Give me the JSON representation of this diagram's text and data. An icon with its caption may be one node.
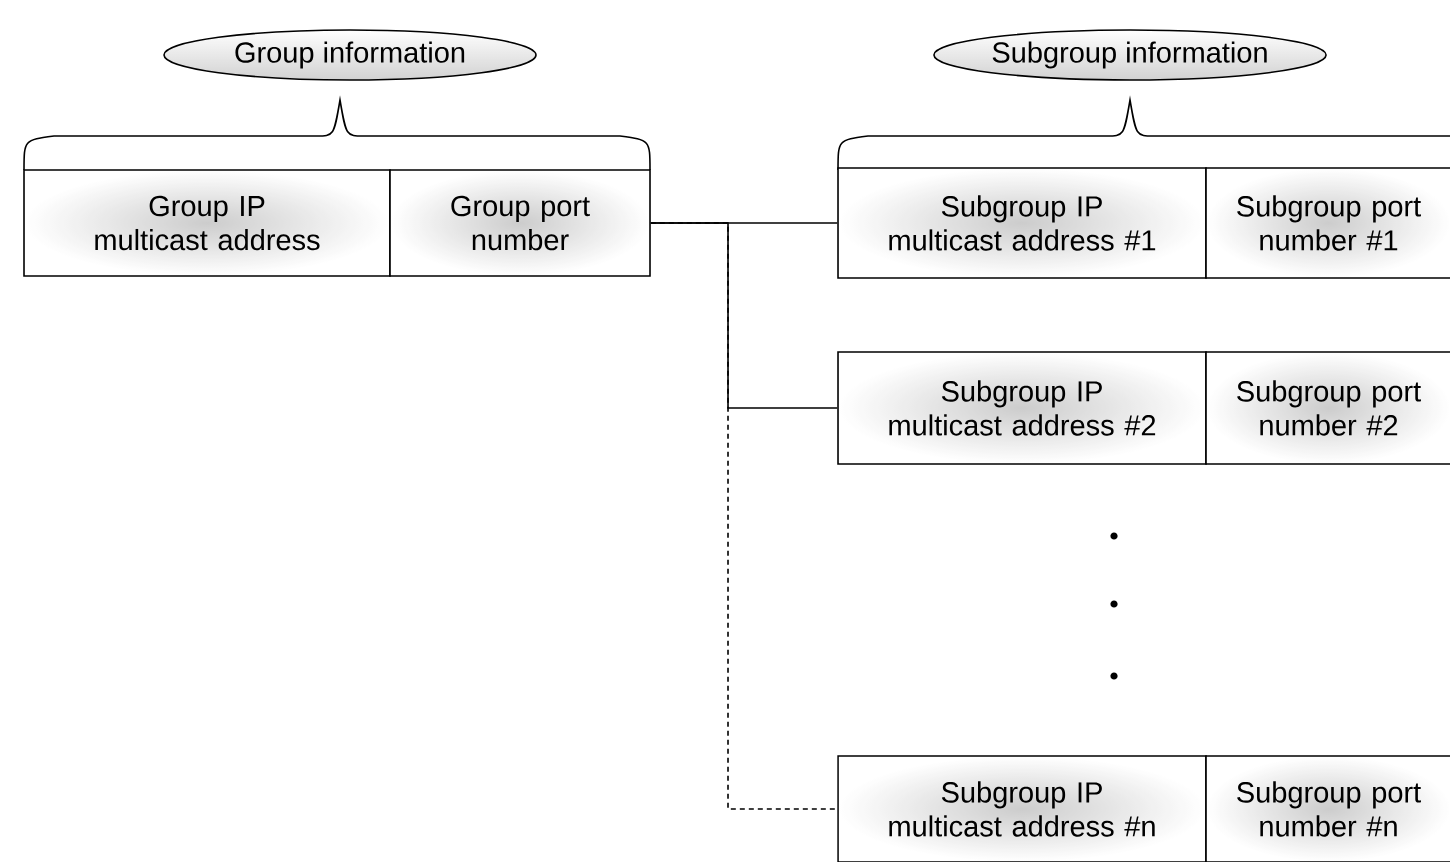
{
  "diagram": {
    "nodes": [
      {
        "text": [
          "Group information"
        ]
      },
      {
        "text": [
          "Group IP multicast address"
        ]
      },
      {
        "text": [
          "Group port number"
        ]
      },
      {
        "text": [
          "Subgroup information"
        ]
      },
      {
        "text": [
          "Subgroup IP multicast address #1"
        ]
      },
      {
        "text": [
          "Subgroup port number #1"
        ]
      },
      {
        "text": [
          "Subgroup IP multicast address #2"
        ]
      },
      {
        "text": [
          "Subgroup port number #2"
        ]
      },
      {
        "text": [
          "Subgroup IP multicast address #n"
        ]
      },
      {
        "text": [
          "Subgroup port number #n"
        ]
      }
    ],
    "edges": [
      {
        "from": 2,
        "to": 4,
        "arrow": "none"
      },
      {
        "from": 2,
        "to": 6,
        "arrow": "none"
      },
      {
        "from": 2,
        "to": 8,
        "arrow": "none",
        "style": "dashed"
      }
    ]
  }
}
